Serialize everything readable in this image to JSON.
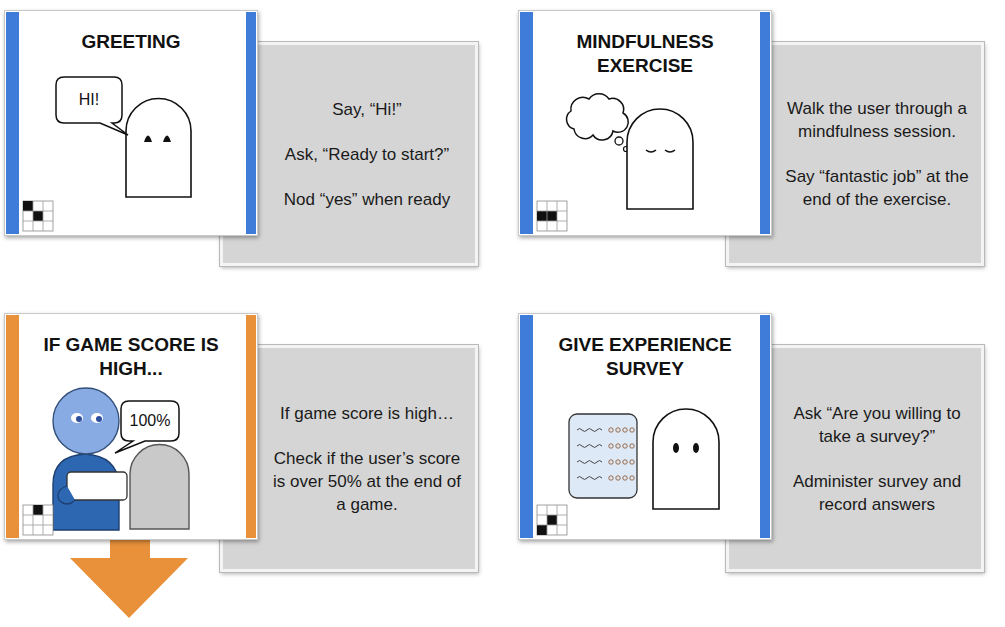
{
  "diagram": {
    "nodes": [
      {
        "text": [
          "GREETING"
        ]
      },
      {
        "text": [
          "HI!"
        ],
        "in": 0
      },
      {
        "text": [
          "Say, “Hi!”",
          "Ask, “Ready to start?”",
          "Nod “yes” when ready"
        ]
      },
      {
        "text": [
          "MINDFULNESS EXERCISE"
        ]
      },
      {
        "text": [
          "Walk the user through a mindfulness session.",
          "Say “fantastic job” at the end of the exercise."
        ]
      },
      {
        "text": [
          "IF GAME SCORE IS HIGH..."
        ]
      },
      {
        "text": [
          "100%"
        ],
        "in": 5
      },
      {
        "text": [
          "If game score is high…",
          "Check if the user’s score is over 50% at the end of a game."
        ]
      },
      {
        "text": [
          "GIVE EXPERIENCE SURVEY"
        ]
      },
      {
        "text": [
          "Ask “Are you willing to take a survey?”",
          "Administer survey and record answers"
        ]
      }
    ]
  }
}
